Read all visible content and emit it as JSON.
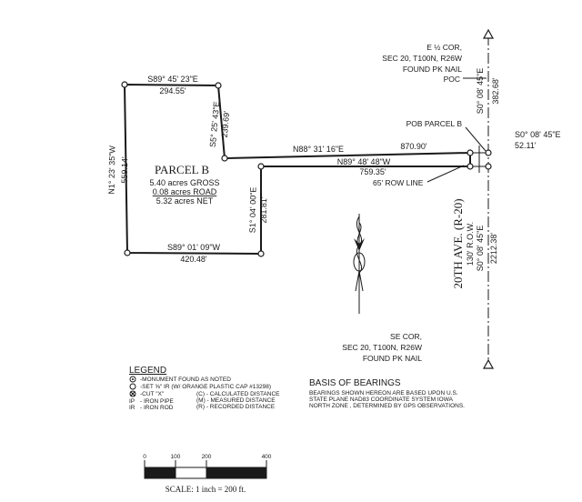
{
  "corners": {
    "e_quarter": [
      "E ½ COR,",
      "SEC 20, T100N, R26W",
      "FOUND PK NAIL"
    ],
    "poc": "POC",
    "pob": "POB PARCEL B",
    "se": [
      "SE COR,",
      "SEC 20, T100N, R26W",
      "FOUND PK NAIL"
    ]
  },
  "bearings": {
    "north_line": "S89° 45' 23\"E",
    "north_dist": "294.55'",
    "west_line": "N1° 23' 35\"W",
    "west_dist": "559.14'",
    "ne_line": "S5° 25' 43\"E",
    "ne_dist": "239.69'",
    "neck_top": "N88° 31' 16\"E",
    "neck_top_dist": "870.90'",
    "neck_bottom": "N89° 48' 48\"W",
    "neck_bottom_dist": "759.35'",
    "inner_east": "S1° 04' 00\"E",
    "inner_east_dist": "281.81'",
    "south_line": "S89° 01' 09\"W",
    "south_dist": "420.48'",
    "sec_upper": "S0° 08' 45\"E",
    "sec_upper_dist": "382.68'",
    "sec_short": "S0° 08' 45\"E",
    "sec_short_dist": "52.11'",
    "sec_lower": "S0° 08' 45\"E",
    "sec_lower_dist": "2212.38'"
  },
  "parcel": {
    "name": "PARCEL B",
    "gross": "5.40 acres GROSS",
    "road": "0.08 acres ROAD",
    "net": "5.32 acres NET"
  },
  "row_line": "65' ROW LINE",
  "road": {
    "name": "20TH AVE. (R-20)",
    "row": "130' R.O.W."
  },
  "legend": {
    "title": "LEGEND",
    "items": [
      {
        "sym": "",
        "text": "-MONUMENT FOUND AS NOTED"
      },
      {
        "sym": "",
        "text": "-SET ⅝\" IR (W/ ORANGE PLASTIC CAP #13298)"
      },
      {
        "sym": "",
        "text": "-CUT \"X\""
      },
      {
        "sym": "IP",
        "text": "- IRON PIPE"
      },
      {
        "sym": "IR",
        "text": "- IRON ROD"
      }
    ],
    "dist": [
      "(C) - CALCULATED DISTANCE",
      "(M) - MEASURED DISTANCE",
      "(R) - RECORDED DISTANCE"
    ]
  },
  "basis": {
    "title": "BASIS OF BEARINGS",
    "text": [
      "BEARINGS SHOWN HEREON ARE BASED UPON U.S.",
      "STATE PLANE NAD83 COORDINATE SYSTEM IOWA",
      "NORTH ZONE , DETERMINED BY GPS OBSERVATIONS."
    ]
  },
  "scale": {
    "ticks": [
      "0",
      "100",
      "200",
      "400"
    ],
    "label": "SCALE: 1 inch = 200 ft."
  }
}
